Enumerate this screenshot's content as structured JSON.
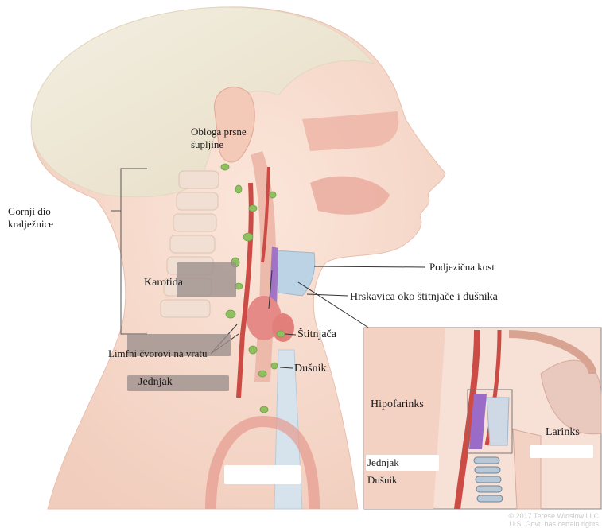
{
  "labels": {
    "pleural_lining_1": "Obloga prsne",
    "pleural_lining_2": "šupljine",
    "upper_spine_1": "Gornji dio",
    "upper_spine_2": "kralježnice",
    "carotid": "Karotida",
    "lymph_nodes": "Limfni čvorovi na vratu",
    "esophagus_main": "Jednjak",
    "hyoid": "Podjezična kost",
    "thyroid_cartilage": "Hrskavica oko štitnjače i dušnika",
    "thyroid": "Štitnjača",
    "trachea_main": "Dušnik",
    "hypopharynx": "Hipofarinks",
    "larynx": "Larinks",
    "esophagus_inset": "Jednjak",
    "trachea_inset": "Dušnik"
  },
  "credit": {
    "line1": "© 2017 Terese Winslow LLC",
    "line2": "U.S. Govt. has certain rights"
  },
  "colors": {
    "skin": "#f6dccf",
    "hair": "#efe8d6",
    "artery": "#cc4b45",
    "thyroid": "#e58a86",
    "lymph": "#8fbf5f",
    "cartilage": "#bcd3e6",
    "label_patch": "#9b8e8c"
  }
}
